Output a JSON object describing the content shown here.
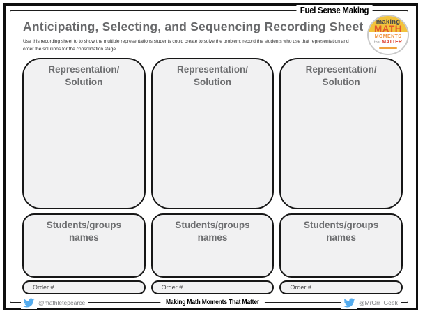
{
  "header": {
    "label": "Fuel Sense Making",
    "title": "Anticipating, Selecting, and Sequencing Recording Sheet",
    "subtitle": "Use this recording sheet to to show the multiple representations students could create to solve the problem; record the students who use that representation and order the solutions for the consolidation stage."
  },
  "logo": {
    "line1": "making",
    "line2": "MATH",
    "line3": "MOMENTS",
    "line4_small": "that",
    "line4_big": "MATTER",
    "colors": {
      "yellow": "#F2C33C",
      "math_orange": "#E2572B",
      "moments_orange": "#F0923E",
      "matter_red": "#DC3A2B",
      "making_gray": "#4A4A4A",
      "ring_gray": "#C9C9C9"
    }
  },
  "columns": [
    {
      "rep_line1": "Representation/",
      "rep_line2": "Solution",
      "students_line1": "Students/groups",
      "students_line2": "names",
      "order_label": "Order #"
    },
    {
      "rep_line1": "Representation/",
      "rep_line2": "Solution",
      "students_line1": "Students/groups",
      "students_line2": "names",
      "order_label": "Order #"
    },
    {
      "rep_line1": "Representation/",
      "rep_line2": "Solution",
      "students_line1": "Students/groups",
      "students_line2": "names",
      "order_label": "Order #"
    }
  ],
  "footer": {
    "left_handle": "@mathletepearce",
    "center_title": "Making Math Moments That Matter",
    "right_handle": "@MrOrr_Geek",
    "twitter_blue": "#55ACEE"
  },
  "style_colors": {
    "box_fill": "#F1F1F2",
    "box_border": "#171717",
    "label_gray": "#6D6E70",
    "title_gray": "#67686A"
  }
}
